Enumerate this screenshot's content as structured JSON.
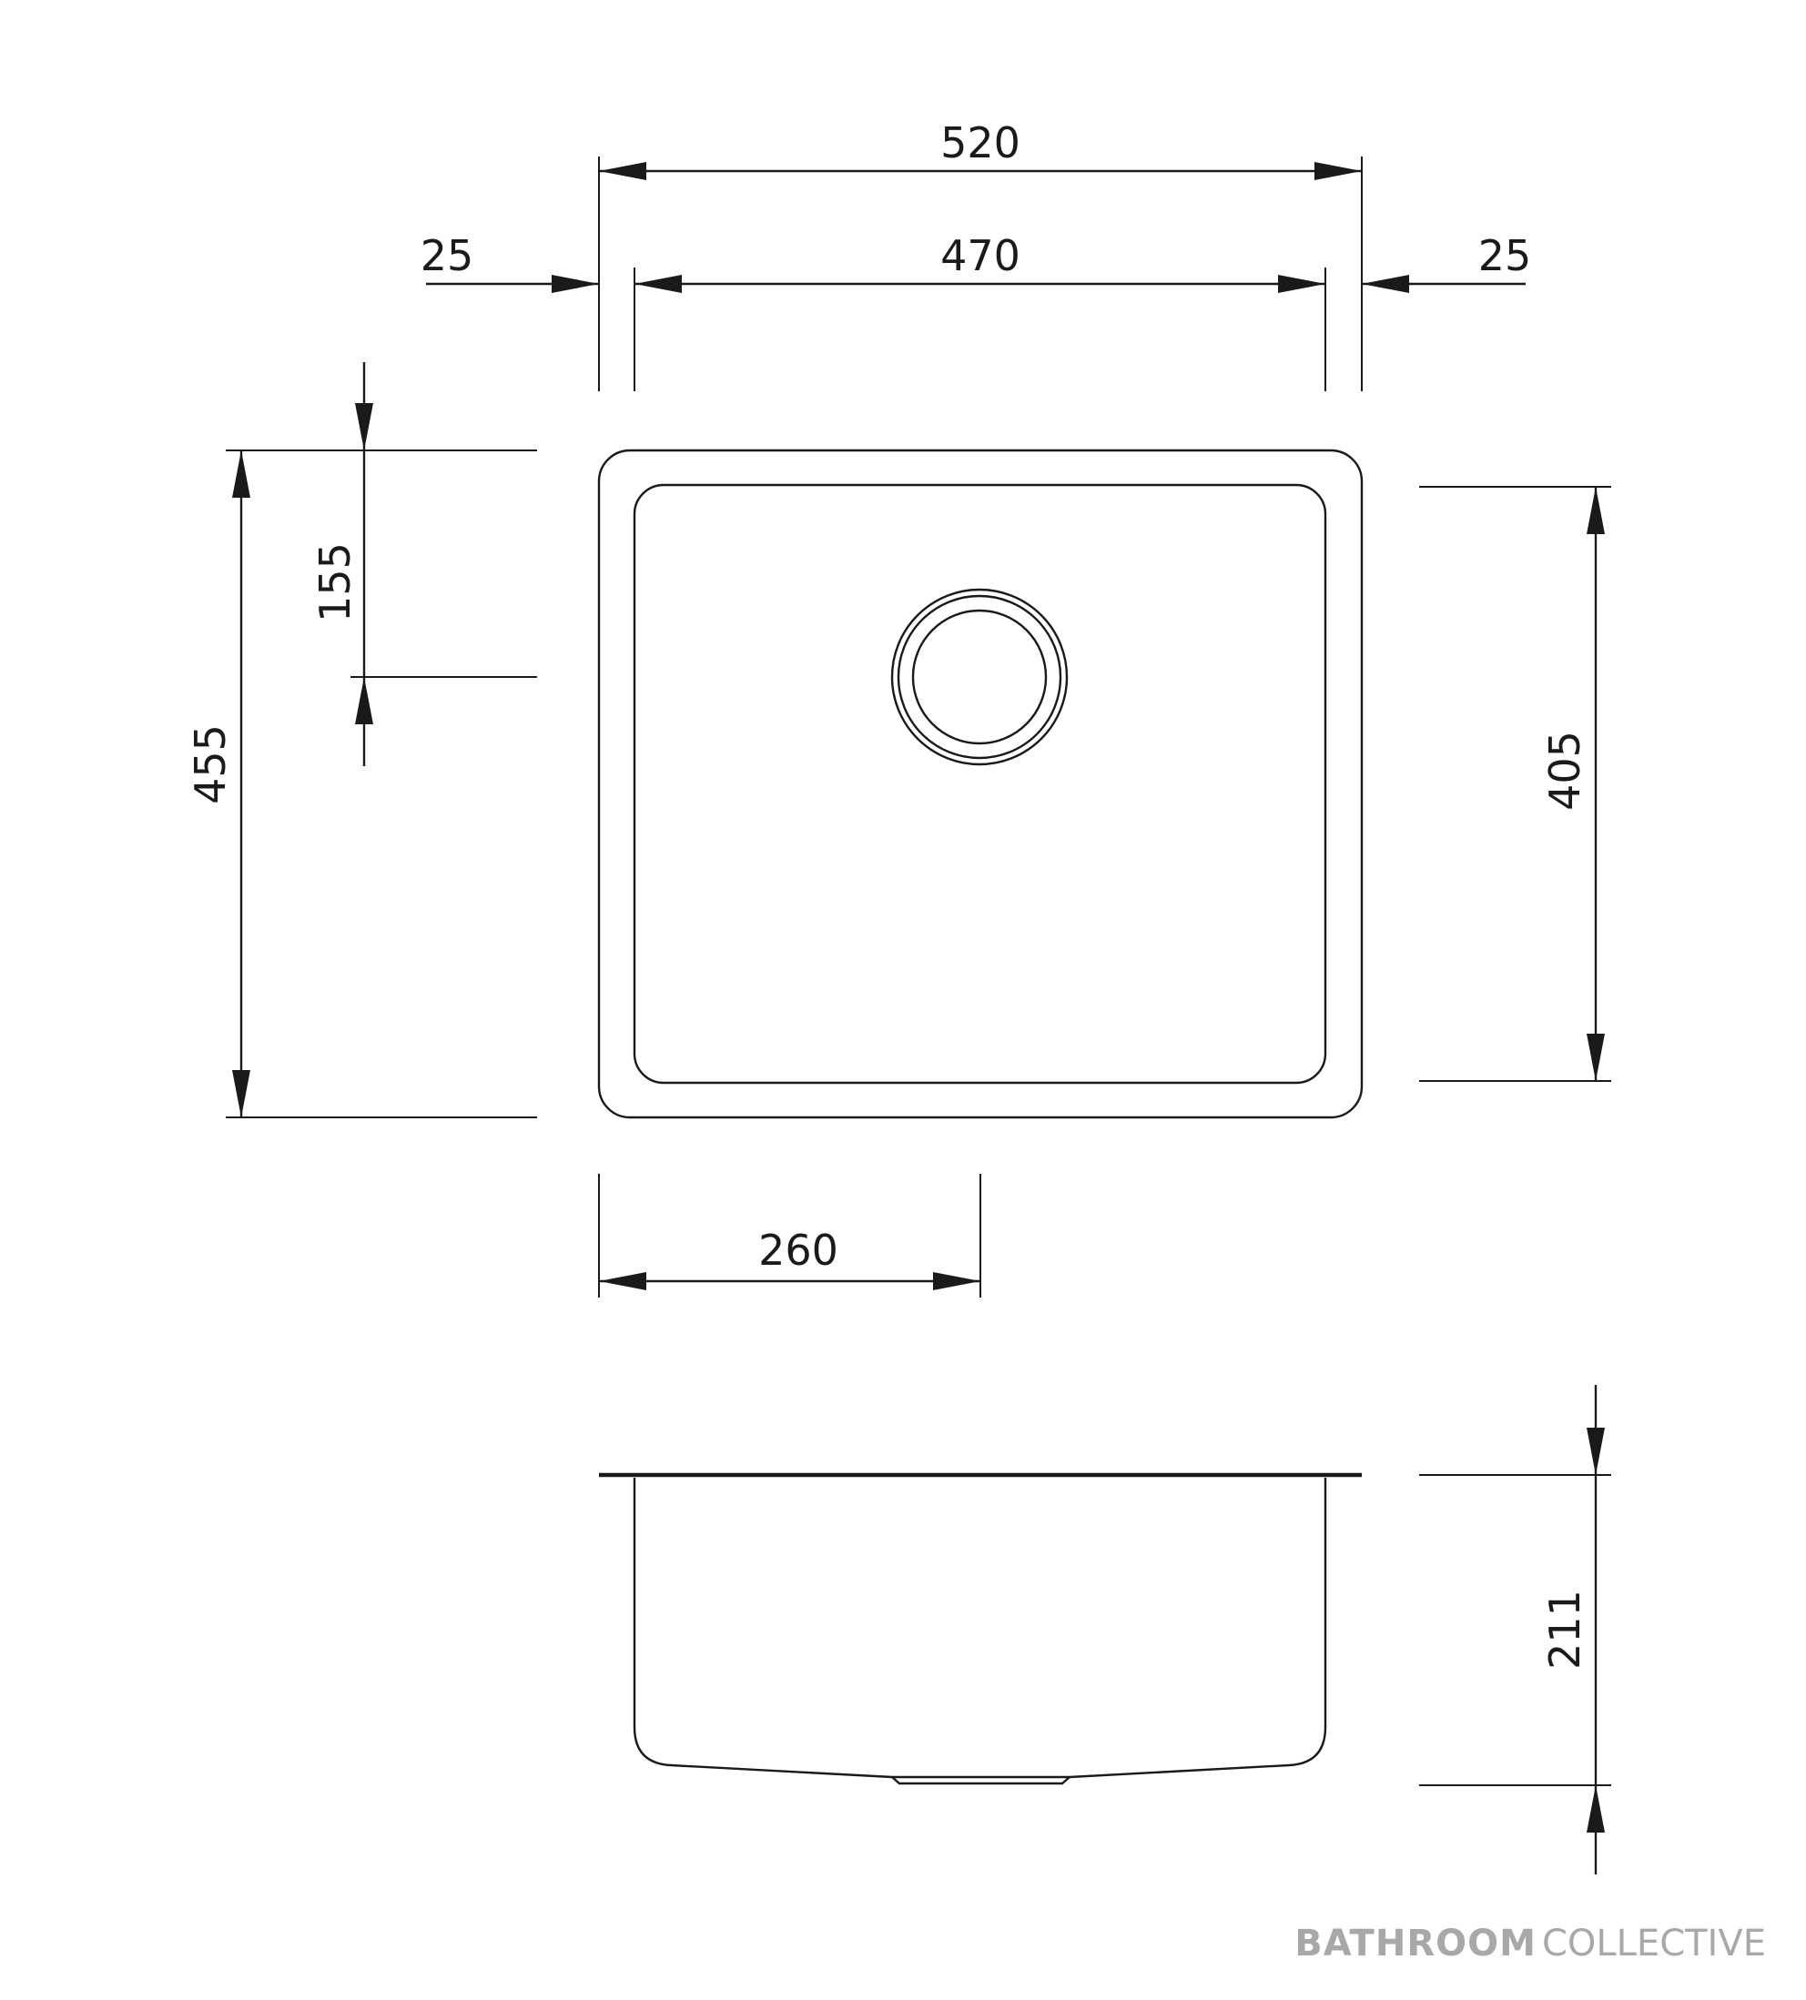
{
  "dimensions": {
    "overall_width": "520",
    "inner_width": "470",
    "left_rim": "25",
    "right_rim": "25",
    "overall_depth": "455",
    "waste_offset_front": "155",
    "inner_depth": "405",
    "waste_offset_side": "260",
    "bowl_height": "211"
  },
  "brand": {
    "bold": "BATHROOM",
    "light": "COLLECTIVE"
  }
}
